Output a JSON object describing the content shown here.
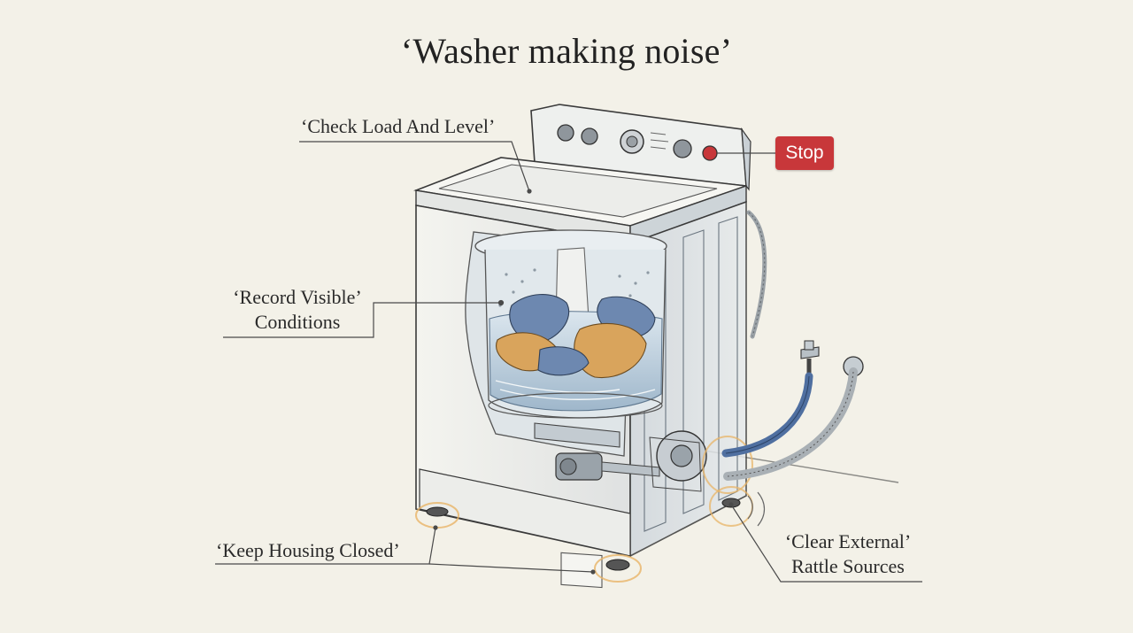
{
  "title": "‘Washer making noise’",
  "labels": {
    "check_load": "‘Check Load And Level’",
    "record_visible_line1": "‘Record Visible’",
    "record_visible_line2": "Conditions",
    "keep_housing": "‘Keep Housing Closed’",
    "clear_external_line1": "‘Clear External’",
    "clear_external_line2": "Rattle Sources",
    "stop": "Stop"
  },
  "colors": {
    "background": "#f3f1e8",
    "stop_badge": "#c8373a",
    "highlight_ring": "#e8b467",
    "hose": "#4f6fa0",
    "laundry_blue": "#6d88b0",
    "laundry_orange": "#d9a45c"
  },
  "icons": [
    "washer-illustration",
    "stop-button-icon",
    "hose-icon",
    "faucet-icon",
    "motor-icon"
  ]
}
